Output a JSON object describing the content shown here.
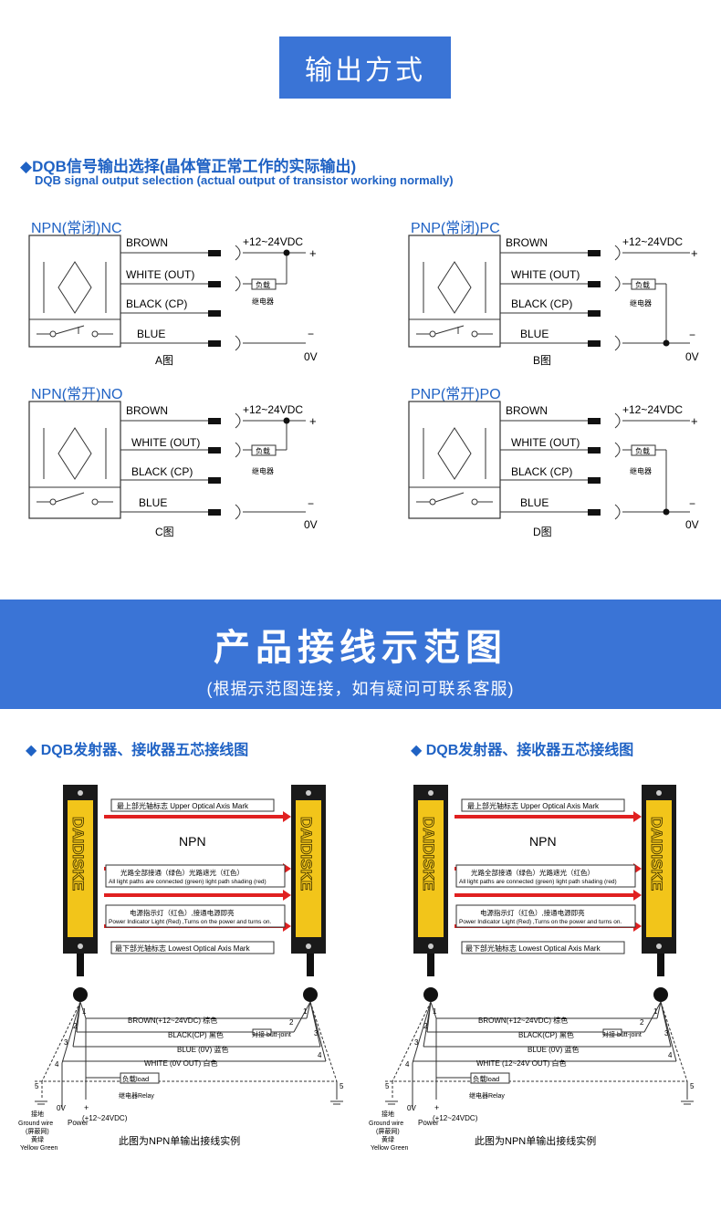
{
  "header": {
    "title": "输出方式"
  },
  "section1": {
    "heading_cn": "◆DQB信号输出选择(晶体管正常工作的实际输出)",
    "heading_en": "DQB signal output selection (actual output of transistor working normally)"
  },
  "diagrams": [
    {
      "title": "NPN(常闭)NC",
      "caption": "A图"
    },
    {
      "title": "PNP(常闭)PC",
      "caption": "B图"
    },
    {
      "title": "NPN(常开)NO",
      "caption": "C图"
    },
    {
      "title": "PNP(常开)PO",
      "caption": "D图"
    }
  ],
  "wires": {
    "brown": "BROWN",
    "white": "WHITE (OUT)",
    "black": "BLACK (CP)",
    "blue": "BLUE",
    "supply": "+12~24VDC",
    "plus": "+",
    "minus": "−",
    "zero": "0V",
    "load": "负载",
    "relay": "继电器"
  },
  "banner": {
    "title": "产品接线示范图",
    "subtitle": "(根据示范图连接，如有疑问可联系客服)"
  },
  "wiring": [
    {
      "heading": "◆ DQB发射器、接收器五芯接线图",
      "mode": "NPN",
      "brand": "DAIDISKE",
      "upper_mark": "最上部光轴标志 Upper Optical Axis Mark",
      "lower_mark": "最下部光轴标志 Lowest Optical Axis Mark",
      "paths_cn": "光路全部接通（绿色）光路遮光（红色）",
      "paths_en": "All light paths are connected (green) light path shading (red)",
      "power_cn": "电源指示灯（红色）,接通电源即亮",
      "power_en": "Power Indicator Light (Red) ,Turns on the power and turns on.",
      "brown_line": "BROWN(+12~24VDC)  棕色",
      "black_line": "BLACK(CP)  黑色",
      "blue_line": "BLUE (0V)  蓝色",
      "white_line": "WHITE (0V OUT)  白色",
      "butt": "对接 butt-joint",
      "load": "负载load",
      "relay": "继电器Relay",
      "ground_cn": "接地",
      "ground_en": "Ground wire",
      "shield": "(屏蔽网)",
      "yellow_cn": "黄绿",
      "yellow_en": "Yellow Green",
      "zero": "0V",
      "power": "Power",
      "supply": "(+12~24VDC)",
      "caption": "此图为NPN单输出接线实例"
    },
    {
      "heading": "◆ DQB发射器、接收器五芯接线图",
      "mode": "NPN",
      "brand": "DAIDISKE",
      "upper_mark": "最上部光轴标志 Upper Optical Axis Mark",
      "lower_mark": "最下部光轴标志 Lowest Optical Axis Mark",
      "paths_cn": "光路全部接通（绿色）光路遮光（红色）",
      "paths_en": "All light paths are connected (green) light path shading (red)",
      "power_cn": "电源指示灯（红色）,接通电源即亮",
      "power_en": "Power Indicator Light (Red) ,Turns on the power and turns on.",
      "brown_line": "BROWN(+12~24VDC)  棕色",
      "black_line": "BLACK(CP)  黑色",
      "blue_line": "BLUE (0V)  蓝色",
      "white_line": "WHITE (12~24V OUT)  白色",
      "butt": "对接 butt-joint",
      "load": "负载load",
      "relay": "继电器Relay",
      "ground_cn": "接地",
      "ground_en": "Ground wire",
      "shield": "(屏蔽网)",
      "yellow_cn": "黄绿",
      "yellow_en": "Yellow Green",
      "zero": "0V",
      "power": "Power",
      "supply": "(+12~24VDC)",
      "caption": "此图为NPN单输出接线实例"
    }
  ],
  "colors": {
    "accent": "#3a74d6",
    "heading_blue": "#1f62c4",
    "bar_yellow": "#f2c51a",
    "arrow_red": "#e02020"
  }
}
